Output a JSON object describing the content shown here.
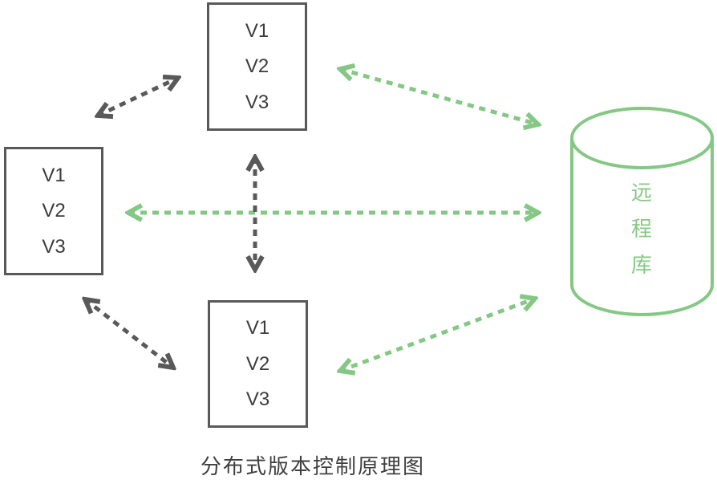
{
  "diagram": {
    "caption": "分布式版本控制原理图",
    "colors": {
      "node_stroke": "#595959",
      "arrow_gray": "#595959",
      "arrow_green": "#85c885",
      "text_dark": "#3c3c3c"
    },
    "nodes": {
      "top_repo": {
        "versions": [
          "V1",
          "V2",
          "V3"
        ]
      },
      "left_repo": {
        "versions": [
          "V1",
          "V2",
          "V3"
        ]
      },
      "bottom_repo": {
        "versions": [
          "V1",
          "V2",
          "V3"
        ]
      },
      "remote_db": {
        "label": "远程库",
        "chars": [
          "远",
          "程",
          "库"
        ]
      }
    },
    "edges": [
      {
        "from": "left_repo",
        "to": "top_repo",
        "style": "dashed",
        "color": "gray",
        "bidirectional": true
      },
      {
        "from": "top_repo",
        "to": "bottom_repo",
        "style": "dashed",
        "color": "gray",
        "bidirectional": true
      },
      {
        "from": "left_repo",
        "to": "bottom_repo",
        "style": "dashed",
        "color": "gray",
        "bidirectional": true
      },
      {
        "from": "top_repo",
        "to": "remote_db",
        "style": "dashed",
        "color": "green",
        "bidirectional": true
      },
      {
        "from": "left_repo",
        "to": "remote_db",
        "style": "dashed",
        "color": "green",
        "bidirectional": true
      },
      {
        "from": "bottom_repo",
        "to": "remote_db",
        "style": "dashed",
        "color": "green",
        "bidirectional": true
      }
    ]
  }
}
